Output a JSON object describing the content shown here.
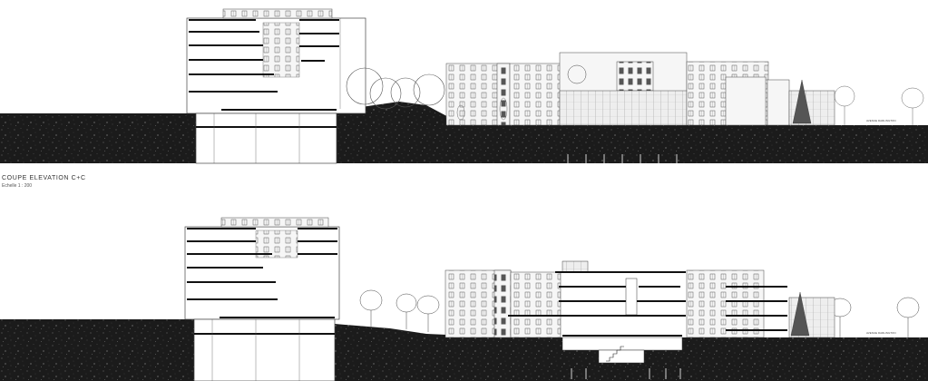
{
  "caption": {
    "title": "COUPE ELEVATION C+C",
    "scale": "Echelle 1 : 200"
  },
  "street_label": "AVENUE DARLINGTON",
  "colors": {
    "ground": "#1b1b1b",
    "ground_speckle": "#8a8a8a",
    "line": "#222222",
    "slab": "#111111",
    "paper": "#ffffff",
    "facade": "#f6f6f6"
  },
  "icons": [
    "tree-icon",
    "conifer-icon",
    "tree-outline-icon",
    "staircase-icon"
  ]
}
